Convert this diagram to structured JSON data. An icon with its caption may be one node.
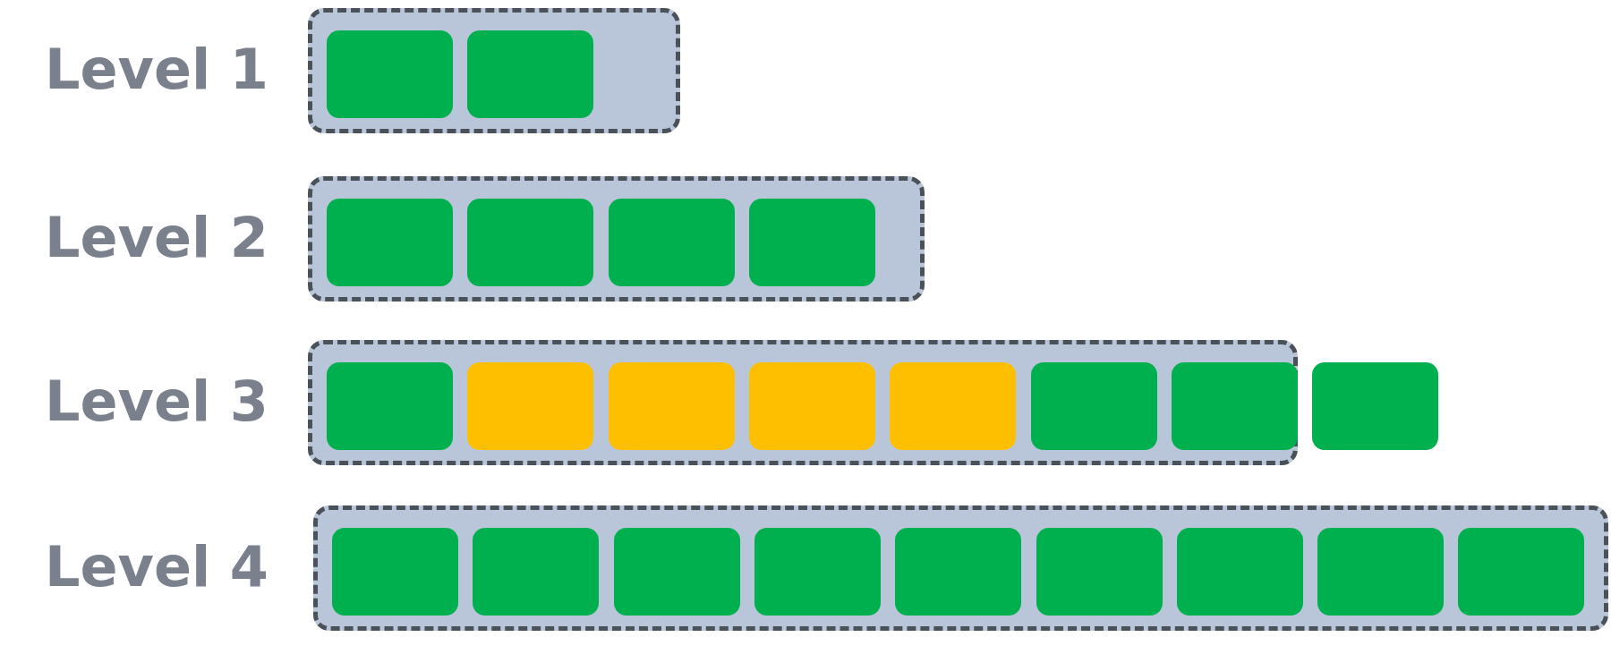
{
  "diagram": {
    "nodes": [
      {
        "text": [
          "Level 1"
        ]
      },
      {
        "text": [],
        "shape": "box",
        "in": 0
      },
      {
        "text": [],
        "shape": "box",
        "in": 0
      },
      {
        "text": [
          "Level 2"
        ]
      },
      {
        "text": [],
        "shape": "box",
        "in": 3
      },
      {
        "text": [],
        "shape": "box",
        "in": 3
      },
      {
        "text": [],
        "shape": "box",
        "in": 3
      },
      {
        "text": [],
        "shape": "box",
        "in": 3
      },
      {
        "text": [
          "Level 3"
        ]
      },
      {
        "text": [],
        "shape": "box",
        "in": 8
      },
      {
        "text": [],
        "shape": "box",
        "in": 8
      },
      {
        "text": [],
        "shape": "box",
        "in": 8
      },
      {
        "text": [],
        "shape": "box",
        "in": 8
      },
      {
        "text": [],
        "shape": "box",
        "in": 8
      },
      {
        "text": [],
        "shape": "box",
        "in": 8
      },
      {
        "text": [],
        "shape": "box",
        "in": 8
      },
      {
        "text": [],
        "shape": "box"
      },
      {
        "text": [
          "Level 4"
        ]
      },
      {
        "text": [],
        "shape": "box",
        "in": 17
      },
      {
        "text": [],
        "shape": "box",
        "in": 17
      },
      {
        "text": [],
        "shape": "box",
        "in": 17
      },
      {
        "text": [],
        "shape": "box",
        "in": 17
      },
      {
        "text": [],
        "shape": "box",
        "in": 17
      },
      {
        "text": [],
        "shape": "box",
        "in": 17
      },
      {
        "text": [],
        "shape": "box",
        "in": 17
      },
      {
        "text": [],
        "shape": "box",
        "in": 17
      },
      {
        "text": [],
        "shape": "box",
        "in": 17
      }
    ],
    "edges": []
  }
}
